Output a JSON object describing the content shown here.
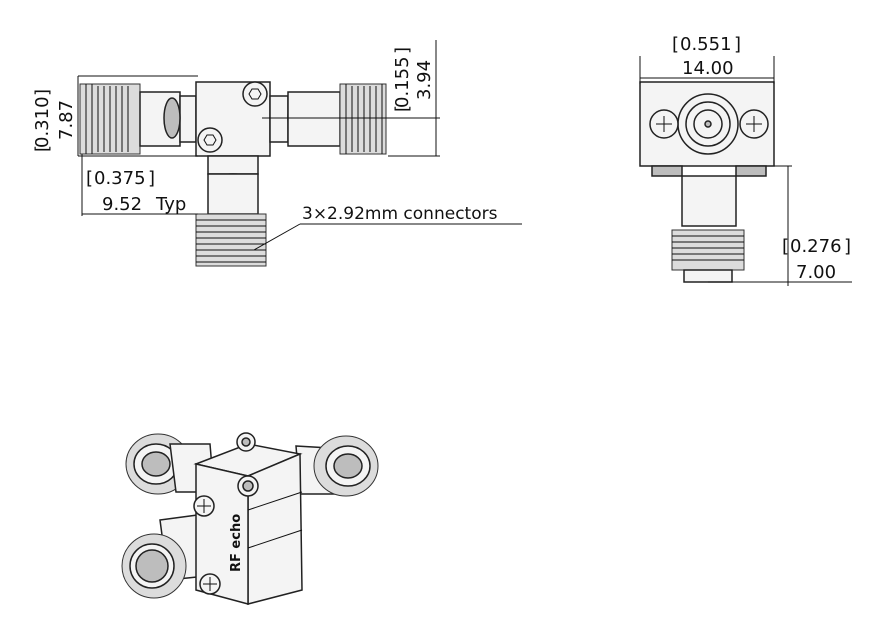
{
  "top_view": {
    "height_in": "0.310",
    "height_mm": "7.87",
    "offset_in": "0.155",
    "offset_mm": "3.94",
    "reach_in": "0.375",
    "reach_mm": "9.52",
    "reach_note": "Typ",
    "callout": "3×2.92mm connectors"
  },
  "side_view": {
    "width_in": "0.551",
    "width_mm": "14.00",
    "reach_in": "0.276",
    "reach_mm": "7.00"
  },
  "iso_view": {
    "brand_mark": "RF echo"
  }
}
